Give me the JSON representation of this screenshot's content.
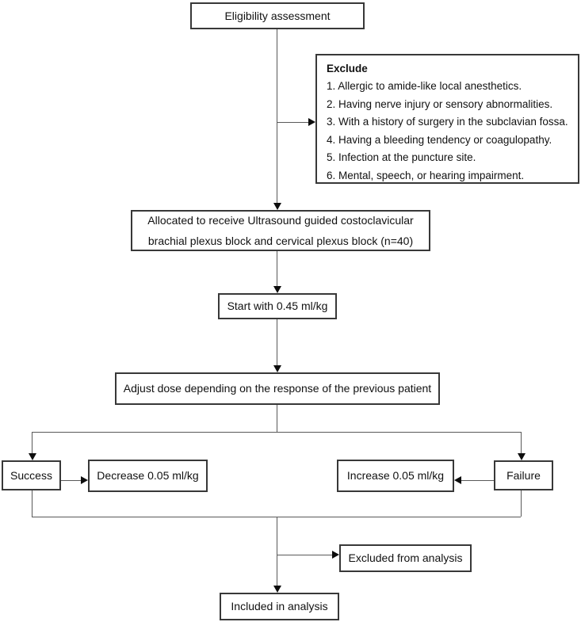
{
  "diagram": {
    "title_box": {
      "label": "Eligibility assessment"
    },
    "exclude": {
      "title": "Exclude",
      "items": [
        "1. Allergic to amide-like local anesthetics.",
        "2. Having nerve injury or sensory abnormalities.",
        "3. With a history of surgery in the subclavian fossa.",
        "4. Having a bleeding tendency or coagulopathy.",
        "5. Infection at the puncture site.",
        "6. Mental, speech, or hearing impairment."
      ]
    },
    "allocated": {
      "lines": [
        "Allocated to receive Ultrasound guided costoclavicular",
        "brachial plexus block and cervical plexus block (n=40)"
      ]
    },
    "start": {
      "label": "Start with 0.45 ml/kg"
    },
    "adjust": {
      "label": "Adjust dose depending on the response of the previous patient"
    },
    "success": {
      "label": "Success"
    },
    "decrease": {
      "label": "Decrease 0.05 ml/kg"
    },
    "increase": {
      "label": "Increase 0.05 ml/kg"
    },
    "failure": {
      "label": "Failure"
    },
    "excluded": {
      "label": "Excluded from analysis"
    },
    "included": {
      "label": "Included in analysis"
    },
    "colors": {
      "line": "#595959",
      "border": "#383838",
      "text": "#111111",
      "background": "#ffffff",
      "arrow": "#0d0d0d"
    }
  }
}
